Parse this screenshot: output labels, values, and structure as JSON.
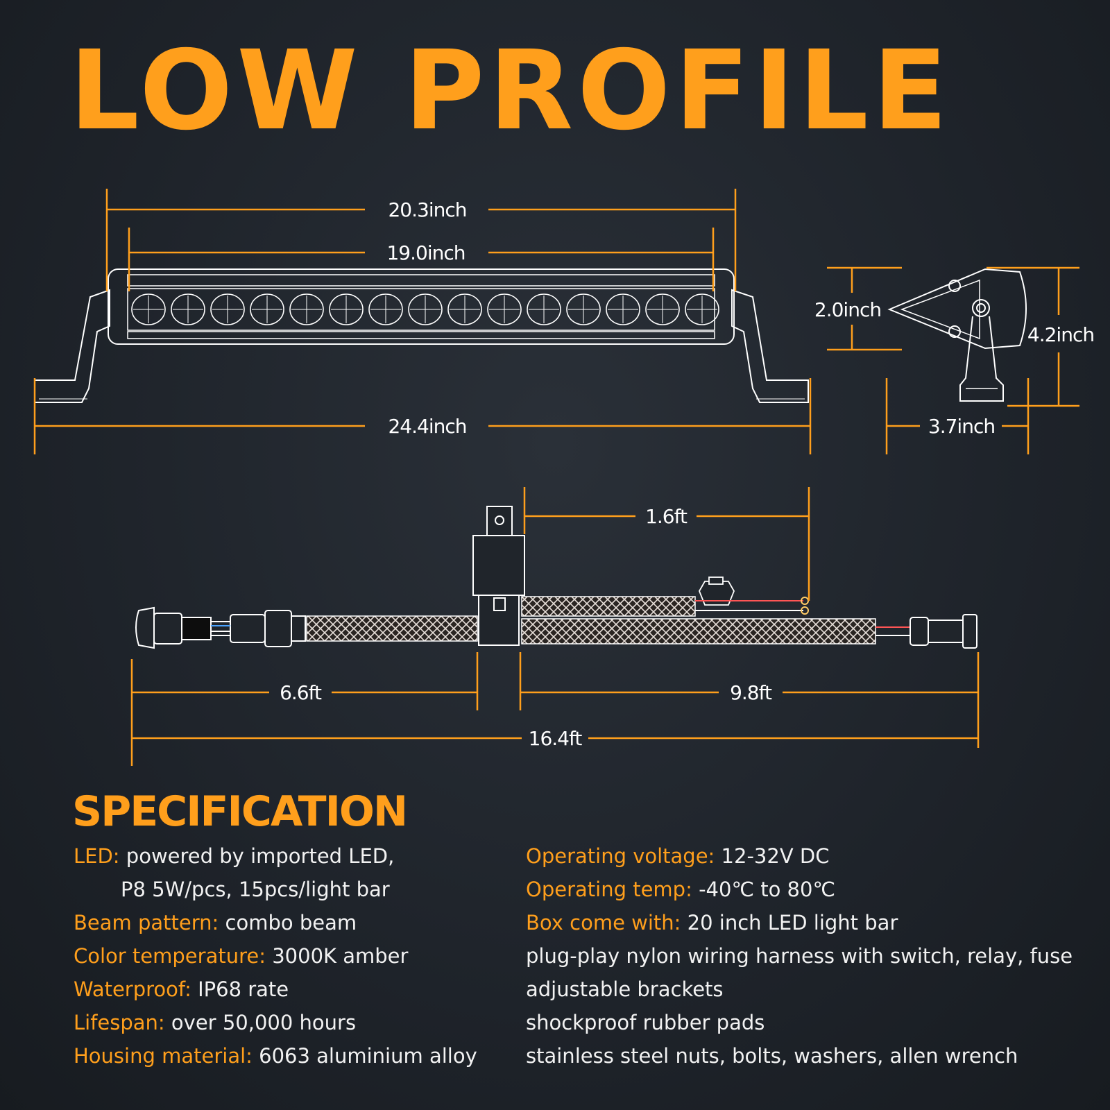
{
  "title": "LOW PROFILE",
  "dimensions": {
    "overall_width": "20.3inch",
    "led_width": "19.0inch",
    "bracket_width": "24.4inch",
    "height": "2.0inch",
    "bracket_height": "4.2inch",
    "depth": "3.7inch"
  },
  "harness": {
    "relay_to_battery": "1.6ft",
    "switch_to_relay": "6.6ft",
    "relay_to_light": "9.8ft",
    "total_length": "16.4ft"
  },
  "spec_title": "SPECIFICATION",
  "specs_left": [
    {
      "label": "LED:",
      "value": " powered by imported LED,"
    },
    {
      "label": "",
      "value": "P8 5W/pcs, 15pcs/light bar",
      "indent": true
    },
    {
      "label": "Beam pattern:",
      "value": " combo beam"
    },
    {
      "label": "Color temperature:",
      "value": " 3000K amber"
    },
    {
      "label": "Waterproof:",
      "value": " IP68 rate"
    },
    {
      "label": "Lifespan:",
      "value": " over 50,000 hours"
    },
    {
      "label": "Housing material:",
      "value": " 6063 aluminium alloy"
    }
  ],
  "specs_right": [
    {
      "label": "Operating voltage:",
      "value": " 12-32V DC"
    },
    {
      "label": "Operating temp:",
      "value": " -40℃ to 80℃"
    },
    {
      "label": "Box come with:",
      "value": "  20 inch LED light bar"
    },
    {
      "label": "",
      "value": "plug-play nylon wiring harness with switch, relay, fuse"
    },
    {
      "label": "",
      "value": "adjustable brackets"
    },
    {
      "label": "",
      "value": "shockproof rubber pads"
    },
    {
      "label": "",
      "value": "stainless steel nuts, bolts, washers, allen wrench"
    }
  ],
  "colors": {
    "accent": "#ff9f1c",
    "background": "#1f242b",
    "text": "#f2f2f2"
  }
}
